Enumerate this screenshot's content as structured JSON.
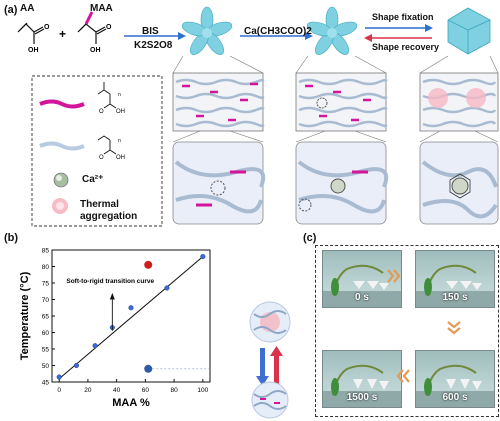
{
  "panel_a": {
    "label": "(a)",
    "monomer1": "AA",
    "monomer2": "MAA",
    "plus": "+",
    "reagent_top": "BIS",
    "reagent_bottom": "K2S2O8",
    "step2_reagent": "Ca(CH3COO)2",
    "arrow_forward": "Shape fixation",
    "arrow_backward": "Shape recovery",
    "legend": [
      {
        "icon": "magenta-chain-icon",
        "label": ""
      },
      {
        "icon": "blue-chain-icon",
        "label": ""
      },
      {
        "icon": "calcium-ion-icon",
        "label": "Ca²⁺"
      },
      {
        "icon": "thermal-aggregation-icon",
        "label": "Thermal aggregation"
      }
    ]
  },
  "panel_b": {
    "label": "(b)",
    "annotation": "Soft-to-rigid transition curve"
  },
  "panel_c": {
    "label": "(c)",
    "photos": [
      {
        "time": "0 s"
      },
      {
        "time": "150 s"
      },
      {
        "time": "1500 s"
      },
      {
        "time": "600 s"
      }
    ]
  },
  "chart_data": {
    "type": "scatter",
    "title": "",
    "xlabel": "MAA %",
    "ylabel": "Temperature (°C)",
    "xlim": [
      -5,
      105
    ],
    "ylim": [
      45,
      85
    ],
    "xticks": [
      0,
      20,
      40,
      60,
      80,
      100
    ],
    "yticks": [
      45,
      50,
      55,
      60,
      65,
      70,
      75,
      80,
      85
    ],
    "x": [
      0,
      12,
      25,
      37,
      50,
      75,
      100
    ],
    "y": [
      46.5,
      50,
      56,
      61.5,
      67.5,
      73.5,
      83
    ],
    "fit_line": {
      "x": [
        0,
        100
      ],
      "y": [
        46,
        83
      ]
    },
    "markers": [
      {
        "x": 62,
        "y": 80.5,
        "color": "#cc1f1f"
      },
      {
        "x": 62,
        "y": 49,
        "color": "#2f5aa8"
      }
    ]
  }
}
